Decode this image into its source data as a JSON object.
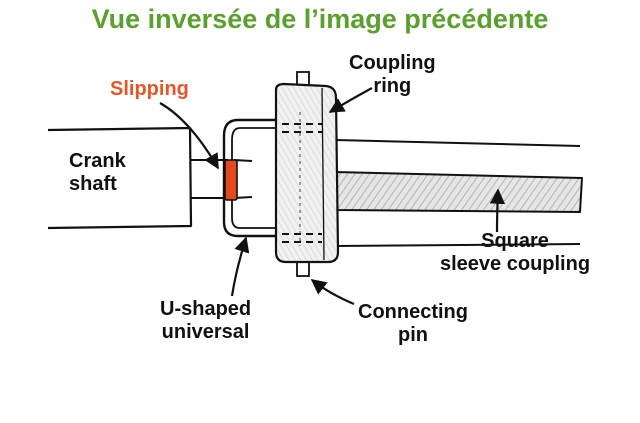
{
  "title": "Vue inversée de l’image précédente",
  "labels": {
    "slipping": "Slipping",
    "coupling_ring": [
      "Coupling",
      "ring"
    ],
    "crank_shaft": [
      "Crank",
      "shaft"
    ],
    "square_sleeve": [
      "Square",
      "sleeve coupling"
    ],
    "u_shaped": [
      "U-shaped",
      "universal"
    ],
    "connecting_pin": [
      "Connecting",
      "pin"
    ]
  },
  "colors": {
    "title": "#5aa02c",
    "slipping": "#e8552a",
    "ink": "#111111",
    "slip_band": "#e24a1c"
  }
}
